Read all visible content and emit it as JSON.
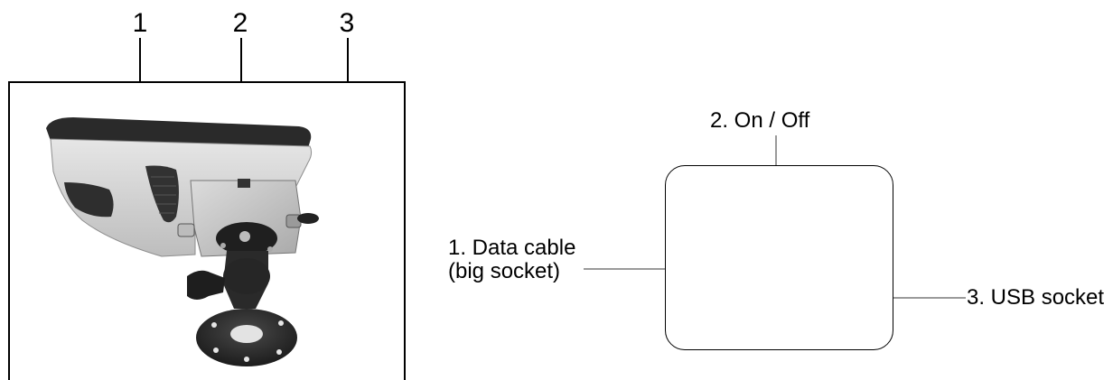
{
  "photo_callouts": [
    "1",
    "2",
    "3"
  ],
  "schematic": {
    "on_off_label": "2. On / Off",
    "data_cable_label_line1": "1. Data cable",
    "data_cable_label_line2": "(big socket)",
    "usb_label": "3. USB socket"
  }
}
